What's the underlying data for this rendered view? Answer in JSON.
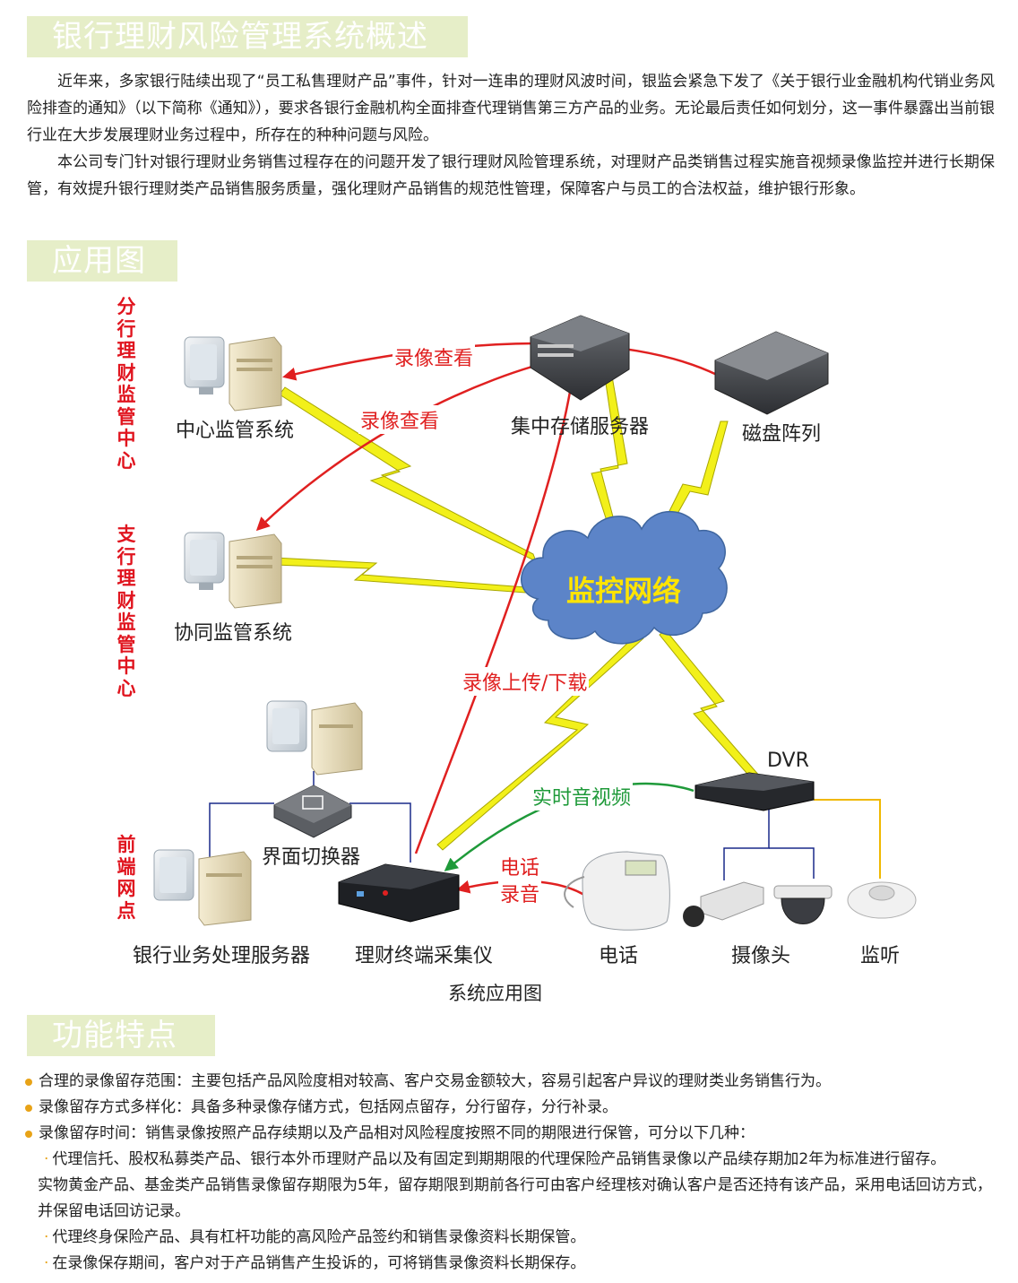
{
  "sections": {
    "overview_title": "银行理财风险管理系统概述",
    "application_title": "应用图",
    "features_title": "功能特点"
  },
  "overview": {
    "p1": "近年来，多家银行陆续出现了“员工私售理财产品”事件，针对一连串的理财风波时间，银监会紧急下发了《关于银行业金融机构代销业务风险排查的通知》（以下简称《通知》），要求各银行金融机构全面排查代理销售第三方产品的业务。无论最后责任如何划分，这一事件暴露出当前银行业在大步发展理财业务过程中，所存在的种种问题与风险。",
    "p2": "本公司专门针对银行理财业务销售过程存在的问题开发了银行理财风险管理系统，对理财产品类销售过程实施音视频录像监控并进行长期保管，有效提升银行理财类产品销售服务质量，强化理财产品销售的规范性管理，保障客户与员工的合法权益，维护银行形象。"
  },
  "diagram": {
    "zones": {
      "branch": "分行理财监管中心",
      "subbranch": "支行理财监管中心",
      "frontend": "前端网点"
    },
    "nodes": {
      "central_monitor": "中心监管系统",
      "storage_server": "集中存储服务器",
      "disk_array": "磁盘阵列",
      "cooperative_monitor": "协同监管系统",
      "network": "监控网络",
      "dvr": "DVR",
      "switcher": "界面切换器",
      "bank_server": "银行业务处理服务器",
      "terminal": "理财终端采集仪",
      "phone": "电话",
      "camera": "摄像头",
      "listener": "监听"
    },
    "flows": {
      "view1": "录像查看",
      "view2": "录像查看",
      "upload": "录像上传/下载",
      "realtime": "实时音视频",
      "phone_rec_1": "电话",
      "phone_rec_2": "录音"
    },
    "caption": "系统应用图",
    "colors": {
      "arrow_red": "#e02020",
      "arrow_green": "#1f9a3a",
      "lightning": "#f2f01a",
      "cloud": "#5c84c8",
      "cloud_text": "#ffe400",
      "zone_label": "#e0141e",
      "wire_blue": "#1a2a8a",
      "wire_yellow": "#f0b800"
    }
  },
  "features": {
    "items": [
      "合理的录像留存范围：主要包括产品风险度相对较高、客户交易金额较大，容易引起客户异议的理财类业务销售行为。",
      "录像留存方式多样化：具备多种录像存储方式，包括网点留存，分行留存，分行补录。",
      "录像留存时间：销售录像按照产品存续期以及产品相对风险程度按照不同的期限进行保管，可分以下几种："
    ],
    "sub1_line1": "代理信托、股权私募类产品、银行本外币理财产品以及有固定到期期限的代理保险产品销售录像以产品续存期加2年为标准进行留存。",
    "sub1_cont": "实物黄金产品、基金类产品销售录像留存期限为5年，留存期限到期前各行可由客户经理核对确认客户是否还持有该产品，采用电话回访方式，并保留电话回访记录。",
    "sub2": "代理终身保险产品、具有杠杆功能的高风险产品签约和销售录像资料长期保管。",
    "sub3": "在录像保存期间，客户对于产品销售产生投诉的，可将销售录像资料长期保存。"
  }
}
